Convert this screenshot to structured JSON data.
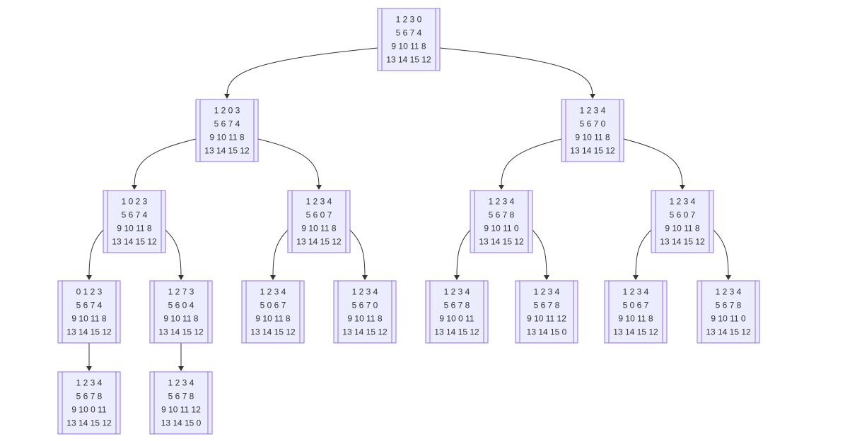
{
  "diagram": {
    "type": "tree",
    "colors": {
      "node_fill": "#ececff",
      "node_stroke": "#9370db",
      "edge": "#333333",
      "text": "#333333"
    },
    "nodes": [
      {
        "id": "n0",
        "lines": [
          "1 2 3 0",
          "5 6 7 4",
          "9 10 11 8",
          "13 14 15 12"
        ]
      },
      {
        "id": "n1",
        "lines": [
          "1 2 0 3",
          "5 6 7 4",
          "9 10 11 8",
          "13 14 15 12"
        ]
      },
      {
        "id": "n2",
        "lines": [
          "1 2 3 4",
          "5 6 7 0",
          "9 10 11 8",
          "13 14 15 12"
        ]
      },
      {
        "id": "n3",
        "lines": [
          "1 0 2 3",
          "5 6 7 4",
          "9 10 11 8",
          "13 14 15 12"
        ]
      },
      {
        "id": "n4",
        "lines": [
          "1 2 3 4",
          "5 6 0 7",
          "9 10 11 8",
          "13 14 15 12"
        ]
      },
      {
        "id": "n5",
        "lines": [
          "1 2 3 4",
          "5 6 7 8",
          "9 10 11 0",
          "13 14 15 12"
        ]
      },
      {
        "id": "n6",
        "lines": [
          "1 2 3 4",
          "5 6 0 7",
          "9 10 11 8",
          "13 14 15 12"
        ]
      },
      {
        "id": "n7",
        "lines": [
          "0 1 2 3",
          "5 6 7 4",
          "9 10 11 8",
          "13 14 15 12"
        ]
      },
      {
        "id": "n8",
        "lines": [
          "1 2 7 3",
          "5 6 0 4",
          "9 10 11 8",
          "13 14 15 12"
        ]
      },
      {
        "id": "n9",
        "lines": [
          "1 2 3 4",
          "5 0 6 7",
          "9 10 11 8",
          "13 14 15 12"
        ]
      },
      {
        "id": "n10",
        "lines": [
          "1 2 3 4",
          "5 6 7 0",
          "9 10 11 8",
          "13 14 15 12"
        ]
      },
      {
        "id": "n11",
        "lines": [
          "1 2 3 4",
          "5 6 7 8",
          "9 10 0 11",
          "13 14 15 12"
        ]
      },
      {
        "id": "n12",
        "lines": [
          "1 2 3 4",
          "5 6 7 8",
          "9 10 11 12",
          "13 14 15 0"
        ]
      },
      {
        "id": "n13",
        "lines": [
          "1 2 3 4",
          "5 0 6 7",
          "9 10 11 8",
          "13 14 15 12"
        ]
      },
      {
        "id": "n14",
        "lines": [
          "1 2 3 4",
          "5 6 7 8",
          "9 10 11 0",
          "13 14 15 12"
        ]
      },
      {
        "id": "n15",
        "lines": [
          "1 2 3 4",
          "5 6 7 8",
          "9 10 0 11",
          "13 14 15 12"
        ]
      },
      {
        "id": "n16",
        "lines": [
          "1 2 3 4",
          "5 6 7 8",
          "9 10 11 12",
          "13 14 15 0"
        ]
      }
    ],
    "edges": [
      {
        "from": "n0",
        "to": "n1"
      },
      {
        "from": "n0",
        "to": "n2"
      },
      {
        "from": "n1",
        "to": "n3"
      },
      {
        "from": "n1",
        "to": "n4"
      },
      {
        "from": "n2",
        "to": "n5"
      },
      {
        "from": "n2",
        "to": "n6"
      },
      {
        "from": "n3",
        "to": "n7"
      },
      {
        "from": "n3",
        "to": "n8"
      },
      {
        "from": "n4",
        "to": "n9"
      },
      {
        "from": "n4",
        "to": "n10"
      },
      {
        "from": "n5",
        "to": "n11"
      },
      {
        "from": "n5",
        "to": "n12"
      },
      {
        "from": "n6",
        "to": "n13"
      },
      {
        "from": "n6",
        "to": "n14"
      },
      {
        "from": "n7",
        "to": "n15"
      },
      {
        "from": "n8",
        "to": "n16"
      }
    ]
  }
}
